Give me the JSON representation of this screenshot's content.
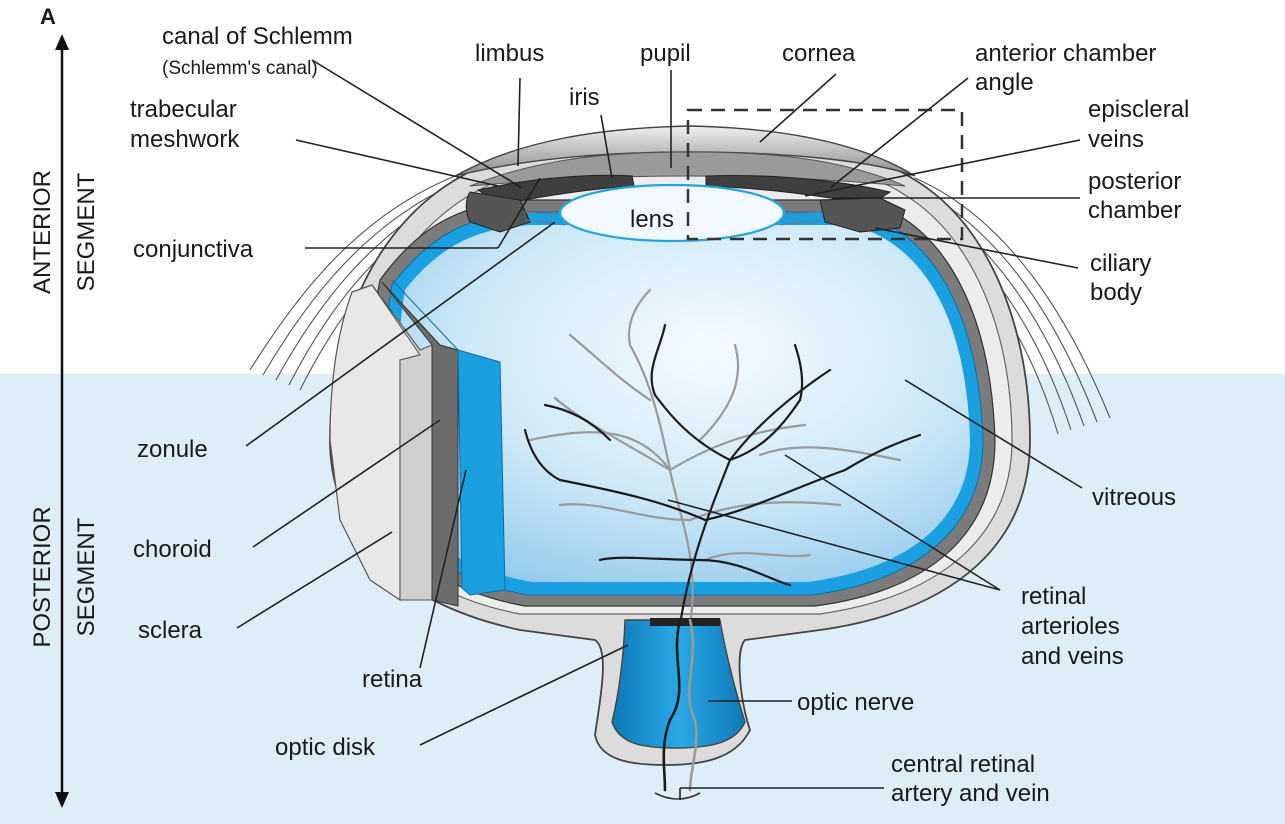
{
  "panel_letter": "A",
  "segments": {
    "anterior": [
      "ANTERIOR",
      "SEGMENT"
    ],
    "posterior": [
      "POSTERIOR",
      "SEGMENT"
    ]
  },
  "labels": {
    "canal_of_schlemm": "canal of Schlemm",
    "schlemms_canal": "(Schlemm's canal)",
    "limbus": "limbus",
    "pupil": "pupil",
    "cornea": "cornea",
    "anterior_chamber_angle": [
      "anterior chamber",
      "angle"
    ],
    "iris": "iris",
    "trabecular_meshwork": [
      "trabecular",
      "meshwork"
    ],
    "episcleral_veins": [
      "episcleral",
      "veins"
    ],
    "posterior_chamber": [
      "posterior",
      "chamber"
    ],
    "lens": "lens",
    "conjunctiva": "conjunctiva",
    "ciliary_body": [
      "ciliary",
      "body"
    ],
    "zonule": "zonule",
    "vitreous": "vitreous",
    "choroid": "choroid",
    "sclera": "sclera",
    "retinal_arterioles_and_veins": [
      "retinal",
      "arterioles",
      "and veins"
    ],
    "retina": "retina",
    "optic_nerve": "optic nerve",
    "optic_disk": "optic disk",
    "central_retinal_artery_and_vein": [
      "central retinal",
      "artery and vein"
    ]
  },
  "colors": {
    "posterior_band": "#ddeef9",
    "vitreous_light": "#f2f9fe",
    "vitreous_dark": "#a9d6f2",
    "retina_blue": "#1aa0e0",
    "choroid_gray": "#7b7b7b",
    "sclera_gray": "#d9d9d9",
    "artery_dark": "#222222",
    "vein_gray": "#9a9a9a"
  }
}
